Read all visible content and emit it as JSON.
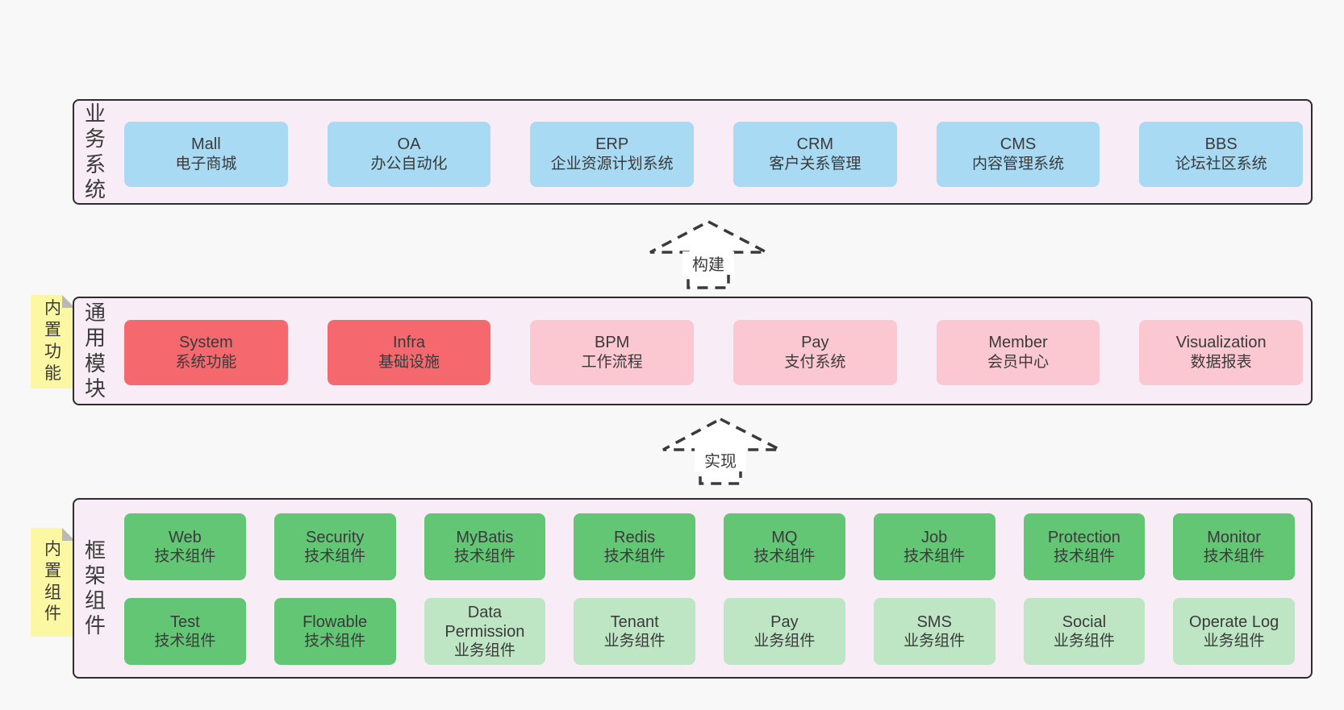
{
  "colors": {
    "page_bg": "#f8f8f8",
    "band_bg": "#f8edf6",
    "line": "#2d2d2d",
    "blue": "#a8daf3",
    "red": "#f5696e",
    "pink": "#fbc7d1",
    "green": "#62c674",
    "lightgreen": "#bfe6c4",
    "sticky_yellow": "#fbf7a3",
    "sticky_fold": "#b9b9b9"
  },
  "bands": [
    {
      "label": "业务系统",
      "boxes": [
        {
          "title": "Mall",
          "subtitle": "电子商城",
          "variant": "blue"
        },
        {
          "title": "OA",
          "subtitle": "办公自动化",
          "variant": "blue"
        },
        {
          "title": "ERP",
          "subtitle": "企业资源计划系统",
          "variant": "blue"
        },
        {
          "title": "CRM",
          "subtitle": "客户关系管理",
          "variant": "blue"
        },
        {
          "title": "CMS",
          "subtitle": "内容管理系统",
          "variant": "blue"
        },
        {
          "title": "BBS",
          "subtitle": "论坛社区系统",
          "variant": "blue"
        }
      ]
    },
    {
      "label": "通用模块",
      "sticky": "内置功能",
      "boxes": [
        {
          "title": "System",
          "subtitle": "系统功能",
          "variant": "red"
        },
        {
          "title": "Infra",
          "subtitle": "基础设施",
          "variant": "red"
        },
        {
          "title": "BPM",
          "subtitle": "工作流程",
          "variant": "pink"
        },
        {
          "title": "Pay",
          "subtitle": "支付系统",
          "variant": "pink"
        },
        {
          "title": "Member",
          "subtitle": "会员中心",
          "variant": "pink"
        },
        {
          "title": "Visualization",
          "subtitle": "数据报表",
          "variant": "pink"
        }
      ]
    },
    {
      "label": "框架组件",
      "sticky": "内置组件",
      "boxes": [
        {
          "title": "Web",
          "subtitle": "技术组件",
          "variant": "green"
        },
        {
          "title": "Security",
          "subtitle": "技术组件",
          "variant": "green"
        },
        {
          "title": "MyBatis",
          "subtitle": "技术组件",
          "variant": "green"
        },
        {
          "title": "Redis",
          "subtitle": "技术组件",
          "variant": "green"
        },
        {
          "title": "MQ",
          "subtitle": "技术组件",
          "variant": "green"
        },
        {
          "title": "Job",
          "subtitle": "技术组件",
          "variant": "green"
        },
        {
          "title": "Protection",
          "subtitle": "技术组件",
          "variant": "green"
        },
        {
          "title": "Monitor",
          "subtitle": "技术组件",
          "variant": "green"
        },
        {
          "title": "Test",
          "subtitle": "技术组件",
          "variant": "green"
        },
        {
          "title": "Flowable",
          "subtitle": "技术组件",
          "variant": "green"
        },
        {
          "title": "Data Permission",
          "subtitle": "业务组件",
          "variant": "lightgreen"
        },
        {
          "title": "Tenant",
          "subtitle": "业务组件",
          "variant": "lightgreen"
        },
        {
          "title": "Pay",
          "subtitle": "业务组件",
          "variant": "lightgreen"
        },
        {
          "title": "SMS",
          "subtitle": "业务组件",
          "variant": "lightgreen"
        },
        {
          "title": "Social",
          "subtitle": "业务组件",
          "variant": "lightgreen"
        },
        {
          "title": "Operate Log",
          "subtitle": "业务组件",
          "variant": "lightgreen"
        }
      ]
    }
  ],
  "arrows": [
    {
      "label": "构建"
    },
    {
      "label": "实现"
    }
  ]
}
